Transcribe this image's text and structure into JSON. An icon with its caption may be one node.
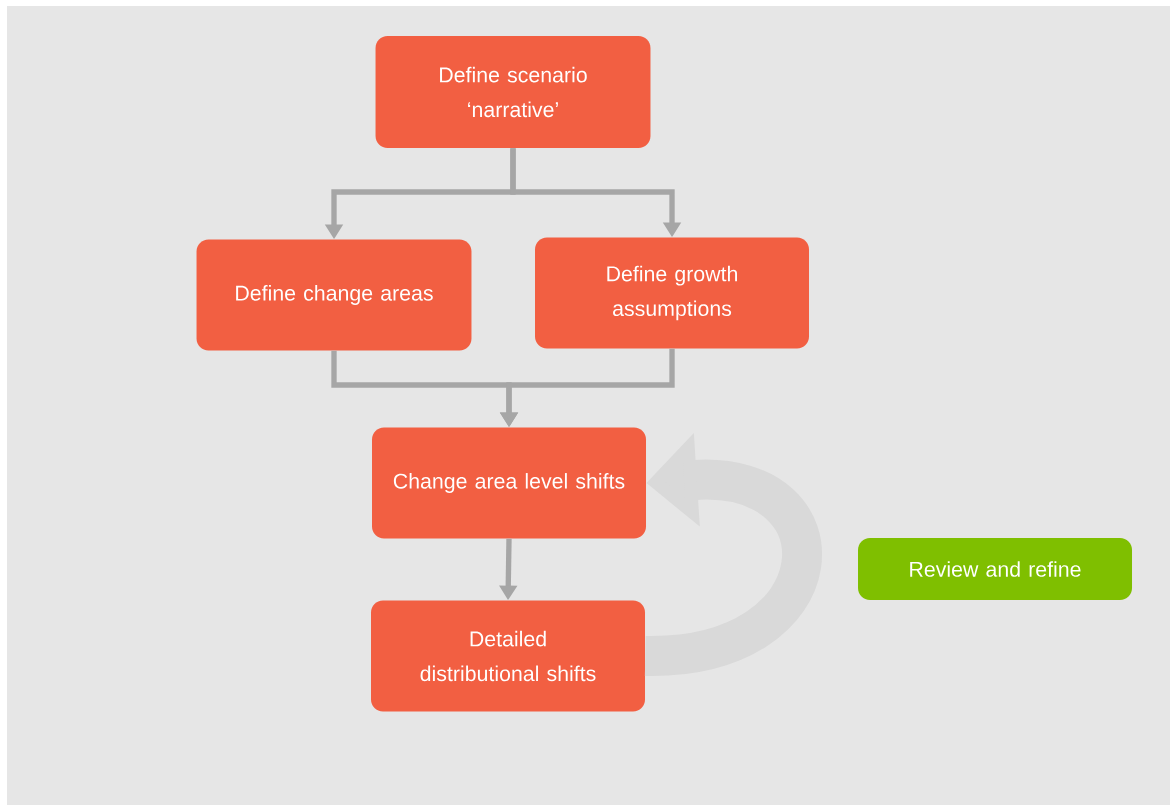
{
  "diagram": {
    "nodes": [
      {
        "text": [
          "Define scenario ‘narrative’"
        ]
      },
      {
        "text": [
          "Define change areas"
        ]
      },
      {
        "text": [
          "Define growth assumptions"
        ]
      },
      {
        "text": [
          "Change area level shifts"
        ]
      },
      {
        "text": [
          "Detailed distributional shifts"
        ]
      },
      {
        "text": [
          "Review and refine"
        ]
      }
    ],
    "edges": [
      {
        "from": 0,
        "to": 1,
        "arrow": "to"
      },
      {
        "from": 0,
        "to": 2,
        "arrow": "to"
      },
      {
        "from": 1,
        "to": 3,
        "arrow": "to"
      },
      {
        "from": 2,
        "to": 3,
        "arrow": "to"
      },
      {
        "from": 3,
        "to": 4,
        "arrow": "to"
      },
      {
        "from": 4,
        "to": 3,
        "arrow": "to",
        "style": "thick",
        "color": "#d9d9d9"
      }
    ]
  }
}
